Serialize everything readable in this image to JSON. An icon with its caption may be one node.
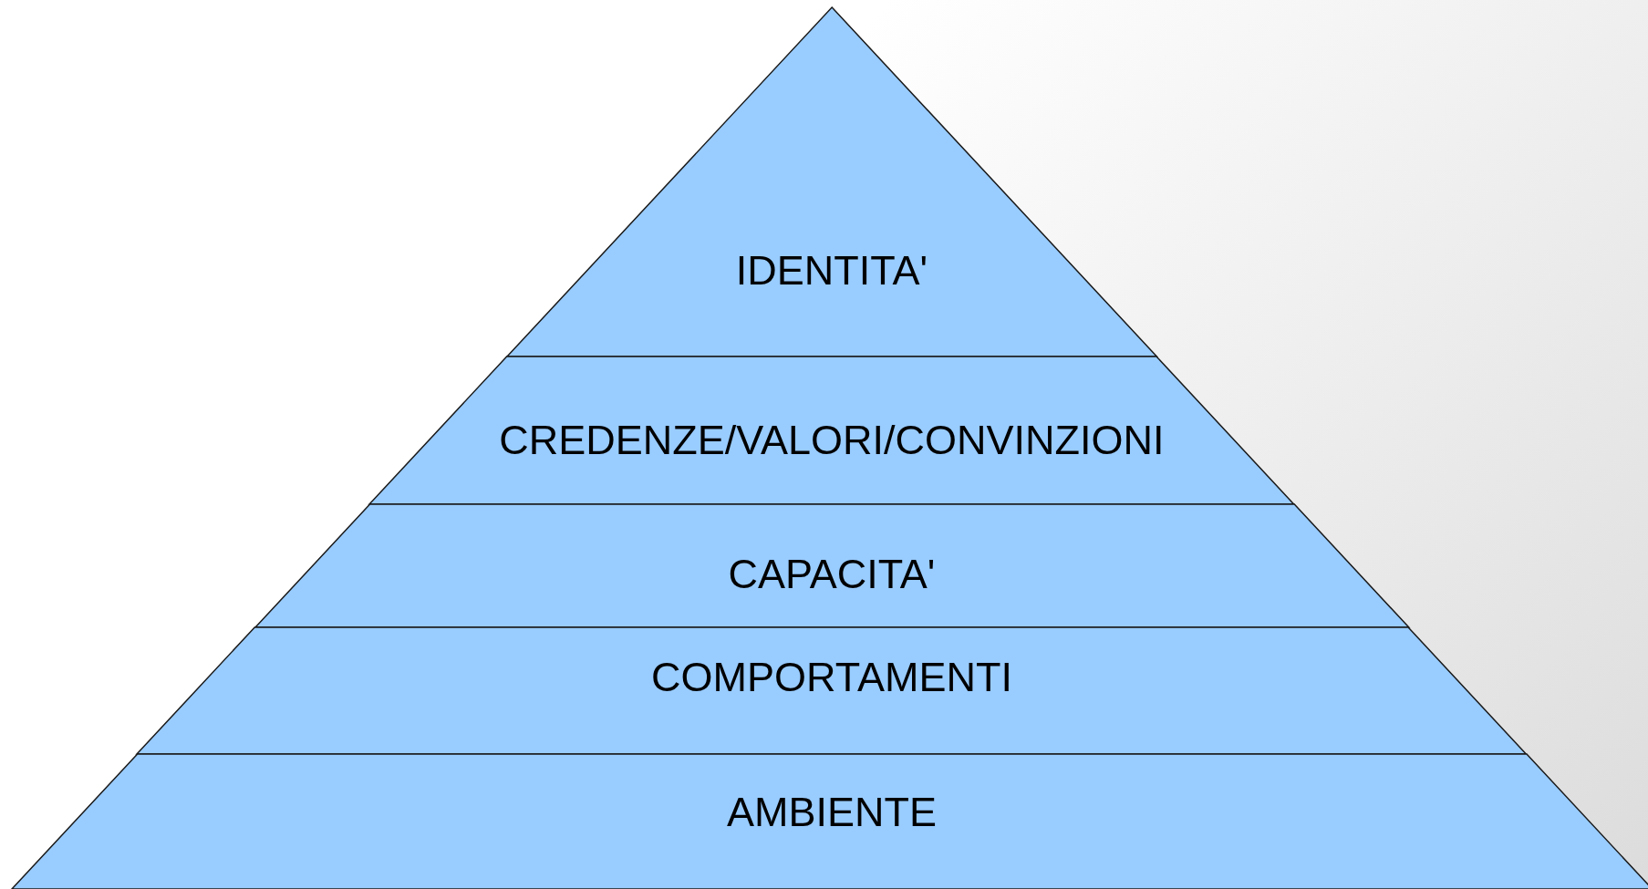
{
  "diagram": {
    "nodes": [
      {
        "text": [
          "IDENTITA'"
        ]
      },
      {
        "text": [
          "CREDENZE/VALORI/CONVINZIONI"
        ]
      },
      {
        "text": [
          "CAPACITA'"
        ]
      },
      {
        "text": [
          "COMPORTAMENTI"
        ]
      },
      {
        "text": [
          "AMBIENTE"
        ]
      }
    ]
  }
}
